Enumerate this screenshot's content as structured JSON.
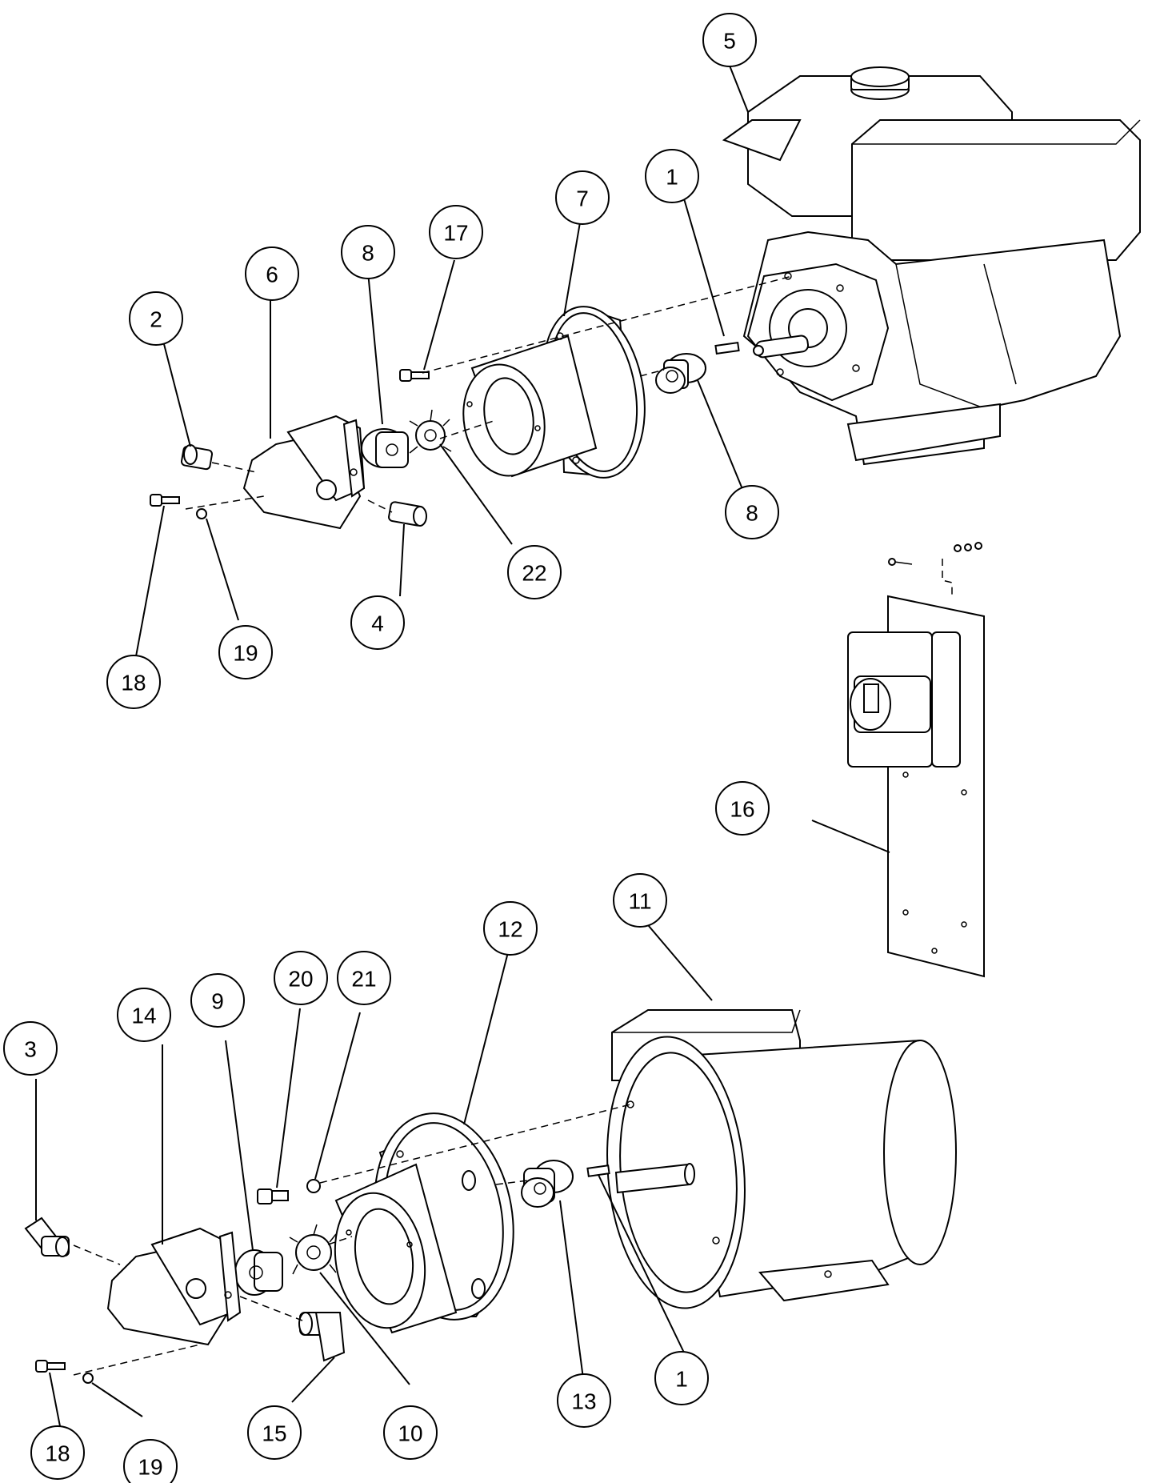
{
  "callouts": [
    {
      "id": "c5",
      "label": "5"
    },
    {
      "id": "c1a",
      "label": "1"
    },
    {
      "id": "c7",
      "label": "7"
    },
    {
      "id": "c17",
      "label": "17"
    },
    {
      "id": "c8a",
      "label": "8"
    },
    {
      "id": "c6",
      "label": "6"
    },
    {
      "id": "c2",
      "label": "2"
    },
    {
      "id": "c8b",
      "label": "8"
    },
    {
      "id": "c22",
      "label": "22"
    },
    {
      "id": "c4",
      "label": "4"
    },
    {
      "id": "c19a",
      "label": "19"
    },
    {
      "id": "c18a",
      "label": "18"
    },
    {
      "id": "c16",
      "label": "16"
    },
    {
      "id": "c11",
      "label": "11"
    },
    {
      "id": "c12",
      "label": "12"
    },
    {
      "id": "c20",
      "label": "20"
    },
    {
      "id": "c21",
      "label": "21"
    },
    {
      "id": "c9",
      "label": "9"
    },
    {
      "id": "c14",
      "label": "14"
    },
    {
      "id": "c3",
      "label": "3"
    },
    {
      "id": "c13",
      "label": "13"
    },
    {
      "id": "c1b",
      "label": "1"
    },
    {
      "id": "c10",
      "label": "10"
    },
    {
      "id": "c15",
      "label": "15"
    },
    {
      "id": "c19b",
      "label": "19"
    },
    {
      "id": "c18b",
      "label": "18"
    }
  ]
}
